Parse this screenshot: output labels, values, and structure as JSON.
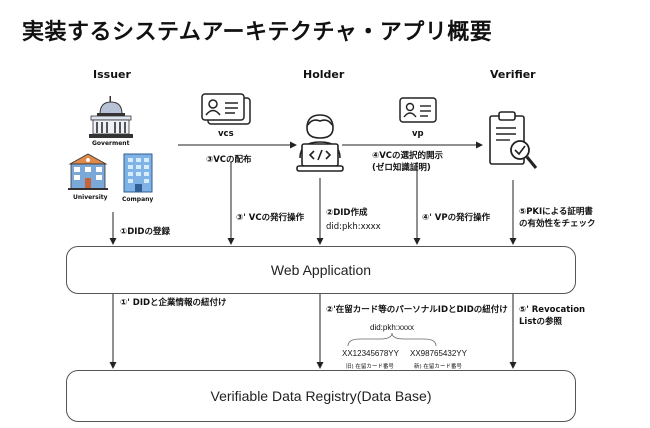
{
  "title": "実装するシステムアーキテクチャ・アプリ概要",
  "roles": {
    "issuer": "Issuer",
    "holder": "Holder",
    "verifier": "Verifier"
  },
  "issuer_icons": {
    "government": "Goverment",
    "university": "University",
    "company": "Company"
  },
  "credentials": {
    "vcs": "vcs",
    "vp": "vp"
  },
  "steps": {
    "s1": "①DIDの登録",
    "s1p": "①' DIDと企業情報の紐付け",
    "s2": "②DID作成",
    "s2_did": "did:pkh:xxxx",
    "s2p": "②'在留カード等のパーソナルIDとDIDの紐付け",
    "s3": "③VCの配布",
    "s3p": "③' VCの発行操作",
    "s4_line1": "④VCの選択的開示",
    "s4_line2": "(ゼロ知識証明)",
    "s4p": "④' VPの発行操作",
    "s5_line1": "⑤PKIによる証明書",
    "s5_line2": "の有効性をチェック",
    "s5p_line1": "⑤' Revocation",
    "s5p_line2": "Listの参照"
  },
  "registry_detail": {
    "did": "did:pkh:xxxx",
    "old_id": "XX12345678YY",
    "old_caption": "旧) 在留カード番号",
    "new_id": "XX98765432YY",
    "new_caption": "新) 在留カード番号"
  },
  "boxes": {
    "web_app": "Web Application",
    "registry": "Verifiable Data Registry(Data Base)"
  },
  "icons": [
    "capitol-icon",
    "university-building-icon",
    "company-building-icon",
    "id-card-icon",
    "developer-laptop-icon",
    "document-check-icon"
  ]
}
